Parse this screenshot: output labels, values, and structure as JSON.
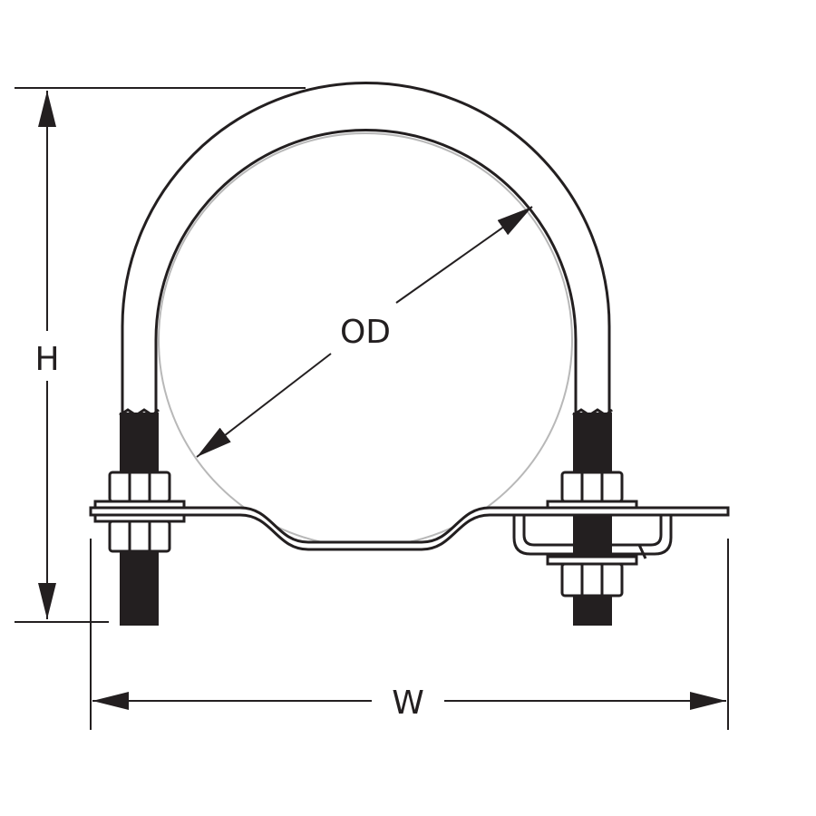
{
  "drawing": {
    "labels": {
      "height": "H",
      "outer_diameter": "OD",
      "width": "W"
    },
    "colors": {
      "line": "#231f20",
      "pipe": "#b8b8b8",
      "background": "#ffffff"
    }
  }
}
